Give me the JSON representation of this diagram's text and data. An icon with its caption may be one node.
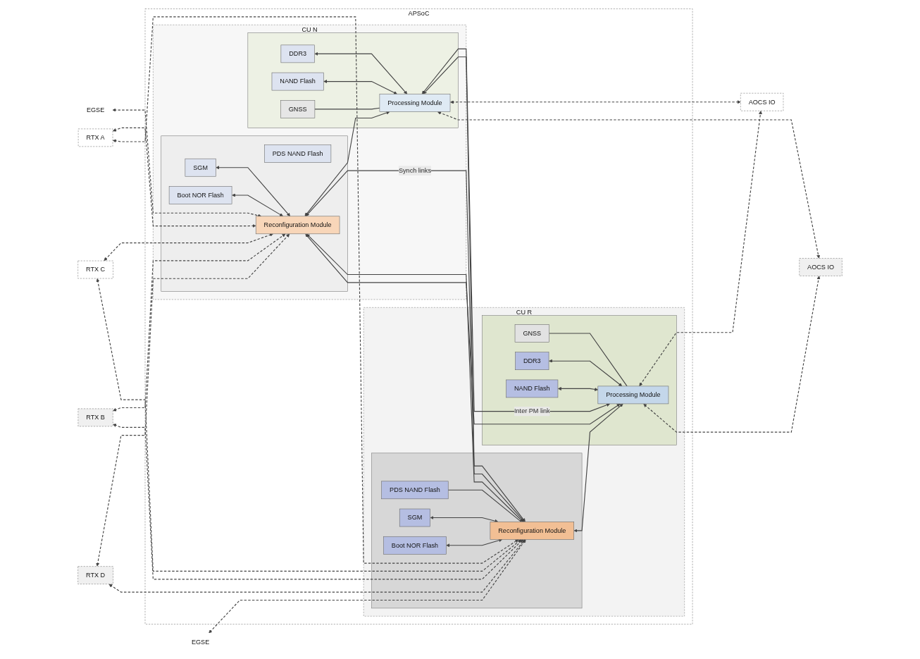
{
  "diagram": {
    "nodes": [
      {
        "text": [
          "APSoC"
        ]
      },
      {
        "text": [
          "CU N"
        ],
        "in": 0
      },
      {
        "text": [],
        "shape": "box",
        "in": 1
      },
      {
        "text": [
          "SGM"
        ],
        "in": 2
      },
      {
        "text": [
          "Boot NOR Flash"
        ],
        "in": 2
      },
      {
        "text": [
          "PDS NAND Flash"
        ],
        "in": 2
      },
      {
        "text": [
          "Reconfiguration Module"
        ],
        "in": 2
      },
      {
        "text": [],
        "shape": "box",
        "in": 1
      },
      {
        "text": [
          "DDR3"
        ],
        "in": 7
      },
      {
        "text": [
          "NAND Flash"
        ],
        "in": 7
      },
      {
        "text": [
          "GNSS"
        ],
        "in": 7
      },
      {
        "text": [
          "Processing Module"
        ],
        "in": 7
      },
      {
        "text": [
          "CU R"
        ],
        "in": 0
      },
      {
        "text": [],
        "shape": "box",
        "in": 12
      },
      {
        "text": [
          "Reconfiguration Module"
        ],
        "in": 13
      },
      {
        "text": [
          "PDS NAND Flash"
        ],
        "in": 13
      },
      {
        "text": [
          "SGM"
        ],
        "in": 13
      },
      {
        "text": [
          "Boot NOR Flash"
        ],
        "in": 13
      },
      {
        "text": [],
        "shape": "box",
        "in": 12
      },
      {
        "text": [
          "Processing Module"
        ],
        "in": 18
      },
      {
        "text": [
          "GNSS"
        ],
        "in": 18
      },
      {
        "text": [
          "DDR3"
        ],
        "in": 18
      },
      {
        "text": [
          "NAND Flash"
        ],
        "in": 18
      },
      {
        "text": [
          "RTX A"
        ]
      },
      {
        "text": [
          "RTX C"
        ]
      },
      {
        "text": [
          "RTX D"
        ]
      },
      {
        "text": [
          "RTX B"
        ]
      },
      {
        "text": [
          "EGSE"
        ]
      },
      {
        "text": [
          "EGSE"
        ]
      },
      {
        "text": [
          "AOCS IO"
        ]
      },
      {
        "text": [
          "AOCS IO"
        ]
      }
    ],
    "edges": [
      {
        "from": 3,
        "to": 6,
        "arrow": "both"
      },
      {
        "from": 4,
        "to": 6,
        "arrow": "both"
      },
      {
        "from": 8,
        "to": 11,
        "arrow": "both"
      },
      {
        "from": 9,
        "to": 11,
        "arrow": "both"
      },
      {
        "from": 10,
        "to": 11,
        "arrow": "none"
      },
      {
        "from": 6,
        "to": 11,
        "arrow": "both"
      },
      {
        "from": 6,
        "to": 14,
        "arrow": "both",
        "label": "Synch links"
      },
      {
        "from": 6,
        "to": 14,
        "arrow": "both"
      },
      {
        "from": 11,
        "to": 19,
        "arrow": "both",
        "label": "Inter PM link"
      },
      {
        "from": 6,
        "to": 19,
        "arrow": "both"
      },
      {
        "from": 11,
        "to": 14,
        "arrow": "both"
      },
      {
        "from": 14,
        "to": 19,
        "arrow": "both"
      },
      {
        "from": 15,
        "to": 14,
        "arrow": "none"
      },
      {
        "from": 16,
        "to": 14,
        "arrow": "both"
      },
      {
        "from": 17,
        "to": 14,
        "arrow": "both"
      },
      {
        "from": 20,
        "to": 19,
        "arrow": "none"
      },
      {
        "from": 21,
        "to": 19,
        "arrow": "both"
      },
      {
        "from": 22,
        "to": 19,
        "arrow": "both"
      },
      {
        "from": 27,
        "to": 6,
        "arrow": "both",
        "style": "dashed"
      },
      {
        "from": 23,
        "to": 6,
        "arrow": "both",
        "style": "dashed"
      },
      {
        "from": 23,
        "to": 14,
        "arrow": "both",
        "style": "dashed"
      },
      {
        "from": 26,
        "to": 6,
        "arrow": "both",
        "style": "dashed"
      },
      {
        "from": 24,
        "to": 6,
        "arrow": "both",
        "style": "dashed"
      },
      {
        "from": 24,
        "to": 14,
        "arrow": "both",
        "style": "dashed"
      },
      {
        "from": 25,
        "to": 6,
        "arrow": "both",
        "style": "dashed"
      },
      {
        "from": 25,
        "to": 14,
        "arrow": "both",
        "style": "dashed"
      },
      {
        "from": 26,
        "to": 14,
        "arrow": "both",
        "style": "dashed"
      },
      {
        "from": 28,
        "to": 14,
        "arrow": "both",
        "style": "dashed"
      },
      {
        "from": 11,
        "to": 29,
        "arrow": "both",
        "style": "dashed"
      },
      {
        "from": 11,
        "to": 30,
        "arrow": "both",
        "style": "dashed"
      },
      {
        "from": 19,
        "to": 29,
        "arrow": "both",
        "style": "dashed"
      },
      {
        "from": 19,
        "to": 30,
        "arrow": "both",
        "style": "dashed"
      }
    ]
  }
}
